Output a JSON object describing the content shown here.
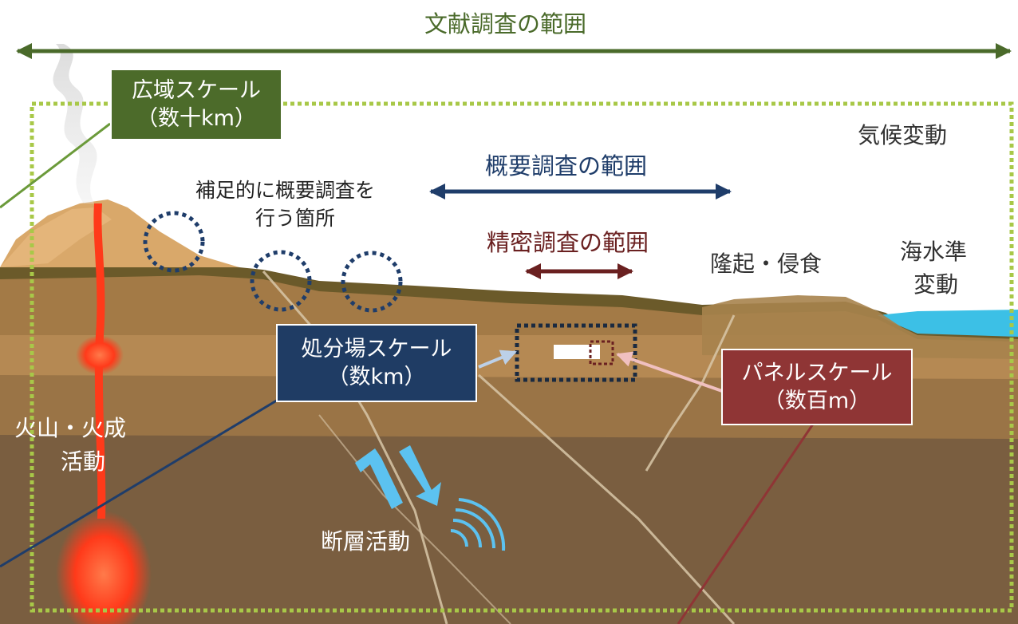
{
  "labels": {
    "literature_range": "文献調査の範囲",
    "overview_range": "概要調査の範囲",
    "detailed_range": "精密調査の範囲",
    "supplementary_line1": "補足的に概要調査を",
    "supplementary_line2": "行う箇所",
    "climate_change": "気候変動",
    "uplift_erosion": "隆起・侵食",
    "sea_level_line1": "海水準",
    "sea_level_line2": "変動",
    "volcanic_line1": "火山・火成",
    "volcanic_line2": "活動",
    "fault_activity": "断層活動"
  },
  "scale_boxes": {
    "regional": {
      "line1": "広域スケール",
      "line2": "（数十km）"
    },
    "repository": {
      "line1": "処分場スケール",
      "line2": "（数km）"
    },
    "panel": {
      "line1": "パネルスケール",
      "line2": "（数百m）"
    }
  },
  "colors": {
    "literature": "#4a6a2a",
    "overview": "#1f3d6a",
    "detailed": "#6a2020",
    "regional_box": "#4c6b2a",
    "repository_box": "#1f3c64",
    "panel_box": "#8f3535",
    "fault_arrow": "#5cc2f0",
    "magma": "#ff3a1a",
    "sea": "#3cc0e6",
    "frame_dots": "#a8c848"
  },
  "icons": {
    "horizontal-arrow": "double-headed arrow",
    "fault-arrows": "opposing block arrows",
    "seismic-wave": "concentric arcs"
  }
}
